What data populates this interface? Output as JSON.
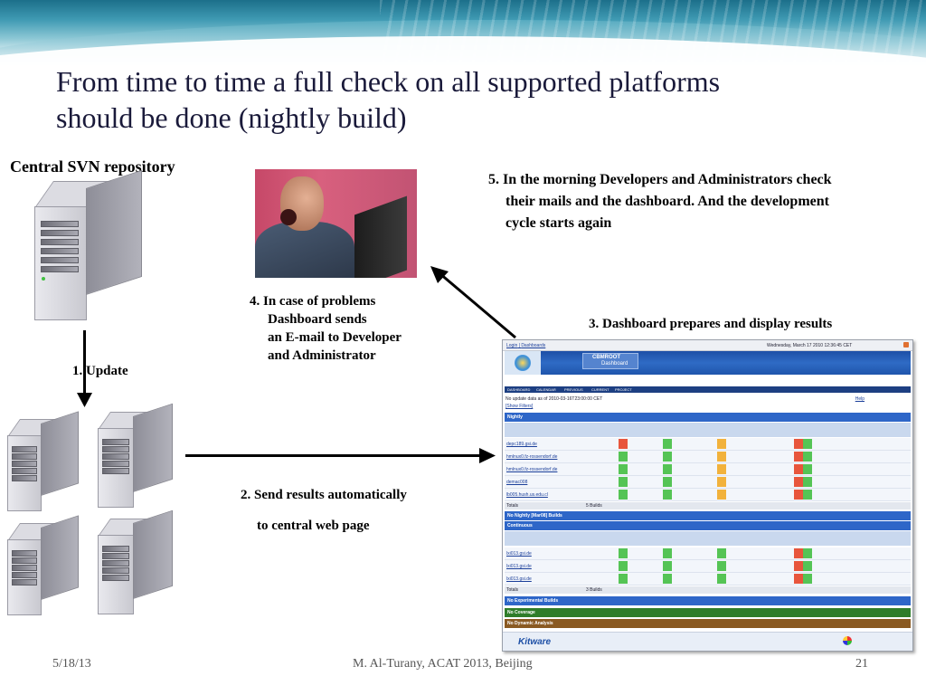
{
  "slide": {
    "title_line1": "From time to time a full check on all supported platforms",
    "title_line2": "should be done (nightly build)"
  },
  "labels": {
    "repository": "Central SVN repository",
    "step1": "1. Update",
    "step2_line1": "2. Send results automatically",
    "step2_line2": "to central web page",
    "step3": "3. Dashboard prepares and display results",
    "step4_line1": "4. In case of problems",
    "step4_line2": "Dashboard sends",
    "step4_line3": "an E-mail to Developer",
    "step4_line4": "and Administrator",
    "step5_line1": "5. In the morning Developers and Administrators check",
    "step5_line2": "their mails and the dashboard. And the development",
    "step5_line3": "cycle starts again"
  },
  "dashboard": {
    "login_link": "Login",
    "dashboards_link": "Dashboards",
    "date": "Wednesday, March 17 2010 12:36:45 CET",
    "brand_line1": "CBMROOT",
    "brand_line2": "Dashboard",
    "nav": [
      "DASHBOARD",
      "CALENDAR",
      "PREVIOUS",
      "CURRENT",
      "PROJECT"
    ],
    "no_update": "No update data as of 2010-03-16T23:00:00 CET",
    "help": "Help",
    "show_filters": "[Show Filters]",
    "sections": {
      "nightly": "Nightly",
      "no_nightly": "No Nightly [Mar08] Builds",
      "continuous": "Continuous",
      "no_experimental": "No Experimental Builds",
      "no_coverage": "No Coverage",
      "no_dynamic": "No Dynamic Analysis"
    },
    "nightly_sites": [
      "depc189.gsi.de",
      "hmlnux0.fz-rossendorf.de",
      "hmlnux0.fz-rossendorf.de",
      "demac008",
      "lb005.hush.us.edu.cl"
    ],
    "nightly_totals": "Totals",
    "nightly_builds": "5 Builds",
    "continuous_sites": [
      "lxi013.gsi.de",
      "lxi013.gsi.de",
      "lxi013.gsi.de"
    ],
    "continuous_totals": "Totals",
    "continuous_builds": "3 Builds",
    "footer_brand": "Kitware",
    "colors": {
      "banner": "#2f6bc5",
      "section_blue": "#2e66c8",
      "section_green": "#2f7d2a",
      "section_brown": "#8a5a22",
      "ok": "#55c455",
      "fail": "#e8553c",
      "warn": "#f2b23c"
    }
  },
  "footer": {
    "date": "5/18/13",
    "author": "M. Al-Turany,  ACAT 2013, Beijing",
    "page": "21"
  }
}
